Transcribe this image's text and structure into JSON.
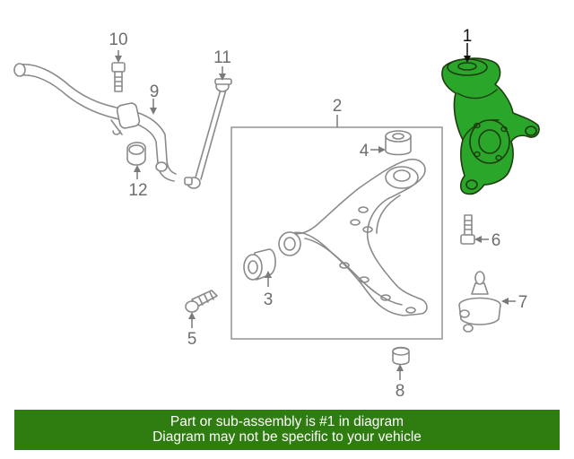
{
  "callouts": {
    "c1": "1",
    "c2": "2",
    "c3": "3",
    "c4": "4",
    "c5": "5",
    "c6": "6",
    "c7": "7",
    "c8": "8",
    "c9": "9",
    "c10": "10",
    "c11": "11",
    "c12": "12"
  },
  "highlighted_part": "1",
  "colors": {
    "highlight": "#2aa62a",
    "banner": "#2f7d10",
    "outline": "#8a8a8a"
  },
  "banner": {
    "line1": "Part or sub-assembly is #1 in diagram",
    "line2": "Diagram may not be specific to your vehicle"
  }
}
